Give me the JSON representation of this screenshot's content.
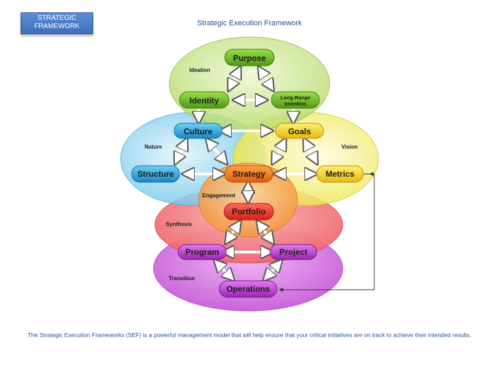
{
  "badge": {
    "line1": "STRATEGIC",
    "line2": "FRAMEWORK"
  },
  "title": "Strategic Execution Framework",
  "caption": "The Strategic Execution Frameworks (SEF) is a powerful management model that will help ensure that your critical initiatives are on track to achieve their intended results.",
  "areas": {
    "ideation": "Ideation",
    "nature": "Nature",
    "vision": "Vision",
    "engagement": "Engagement",
    "synthesis": "Synthesis",
    "transition": "Transition"
  },
  "nodes": {
    "purpose": "Purpose",
    "identity": "Identity",
    "long_range_1": "Long-Range",
    "long_range_2": "Intention",
    "culture": "Culture",
    "goals": "Goals",
    "structure": "Structure",
    "strategy": "Strategy",
    "metrics": "Metrics",
    "portfolio": "Portfolio",
    "program": "Program",
    "project": "Project",
    "operations": "Operations"
  },
  "colors": {
    "ideation": "#c9e48a",
    "nature": "#8ed2ef",
    "vision": "#f3f06a",
    "engagement": "#f4a24a",
    "synthesis": "#f2787c",
    "transition": "#d77ce2",
    "purpose": "#6fbf1f",
    "culture": "#2aa6df",
    "goals": "#efc81a",
    "strategy": "#ee6a12",
    "portfolio": "#e9342a",
    "program": "#b334c4"
  }
}
